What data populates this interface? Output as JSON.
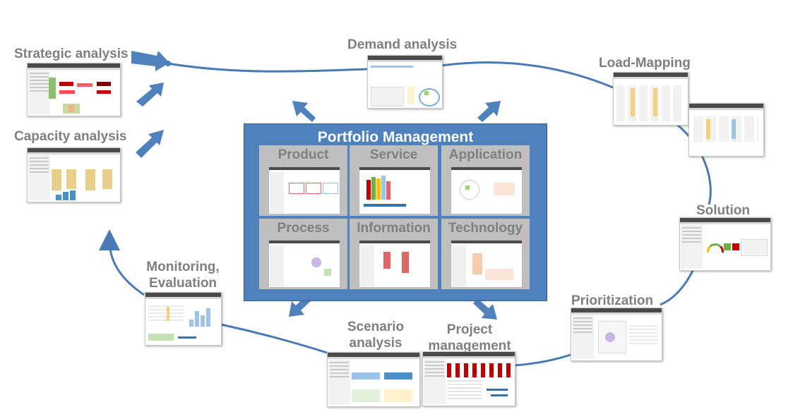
{
  "diagram": {
    "center": {
      "title": "Portfolio Management",
      "cells": [
        "Product",
        "Service",
        "Application",
        "Process",
        "Information",
        "Technology"
      ]
    },
    "stages": {
      "strategic": "Strategic analysis",
      "capacity": "Capacity analysis",
      "demand": "Demand analysis",
      "load_mapping": "Load-Mapping",
      "solution": "Solution",
      "prioritization": "Prioritization",
      "project_line1": "Project",
      "project_line2": "management",
      "scenario_line1": "Scenario",
      "scenario_line2": "analysis",
      "monitoring_line1": "Monitoring,",
      "monitoring_line2": "Evaluation"
    },
    "colors": {
      "arrow": "#4f81bd",
      "cycle_line": "#4a7ab5",
      "box": "#4f81bd",
      "cell": "#bfbfbf",
      "label": "#7f7f7f"
    },
    "icons": [
      "arrow-icon",
      "screenshot-thumbnail"
    ]
  }
}
